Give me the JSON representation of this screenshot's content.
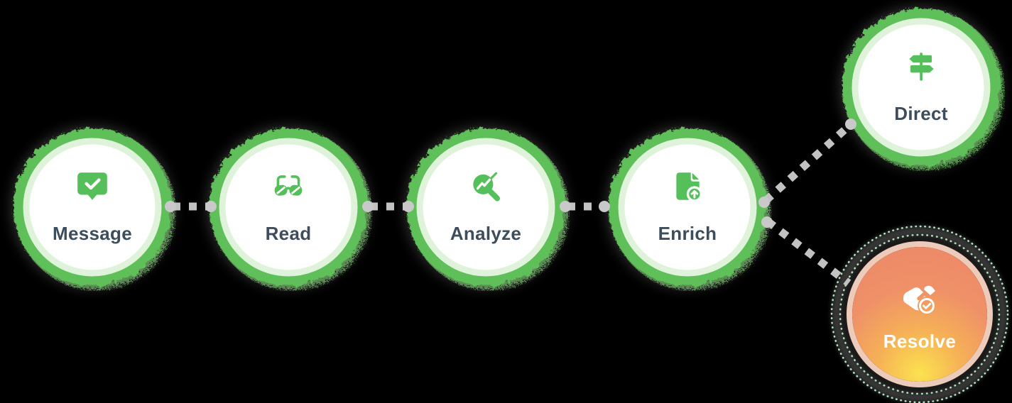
{
  "diagram_title": "workflow-steps",
  "nodes": [
    {
      "label": "Message",
      "icon": "message-check-icon",
      "style": "green"
    },
    {
      "label": "Read",
      "icon": "glasses-icon",
      "style": "green"
    },
    {
      "label": "Analyze",
      "icon": "magnifier-chart-icon",
      "style": "green"
    },
    {
      "label": "Enrich",
      "icon": "file-upload-icon",
      "style": "green"
    },
    {
      "label": "Direct",
      "icon": "signpost-icon",
      "style": "green"
    },
    {
      "label": "Resolve",
      "icon": "handshake-check-icon",
      "style": "orange-gradient"
    }
  ],
  "connections": [
    {
      "from": "Message",
      "to": "Read"
    },
    {
      "from": "Read",
      "to": "Analyze"
    },
    {
      "from": "Analyze",
      "to": "Enrich"
    },
    {
      "from": "Enrich",
      "to": "Direct"
    },
    {
      "from": "Enrich",
      "to": "Resolve"
    }
  ],
  "colors": {
    "background": "#000000",
    "ring_green": "#5fbf58",
    "ring_green_speckle": "#7ccc6f",
    "ring_light_green": "#dff2da",
    "node_fill": "#ffffff",
    "icon_green": "#55bf5b",
    "label_dark": "#3d4d5c",
    "connector_gray": "#c4c4c4",
    "resolve_gradient_top": "#ec8667",
    "resolve_gradient_bottom": "#fbe24f",
    "resolve_glow_pink": "#f9d5c4",
    "orbit_mint": "#b0e2bf",
    "label_light": "#ffffff"
  }
}
